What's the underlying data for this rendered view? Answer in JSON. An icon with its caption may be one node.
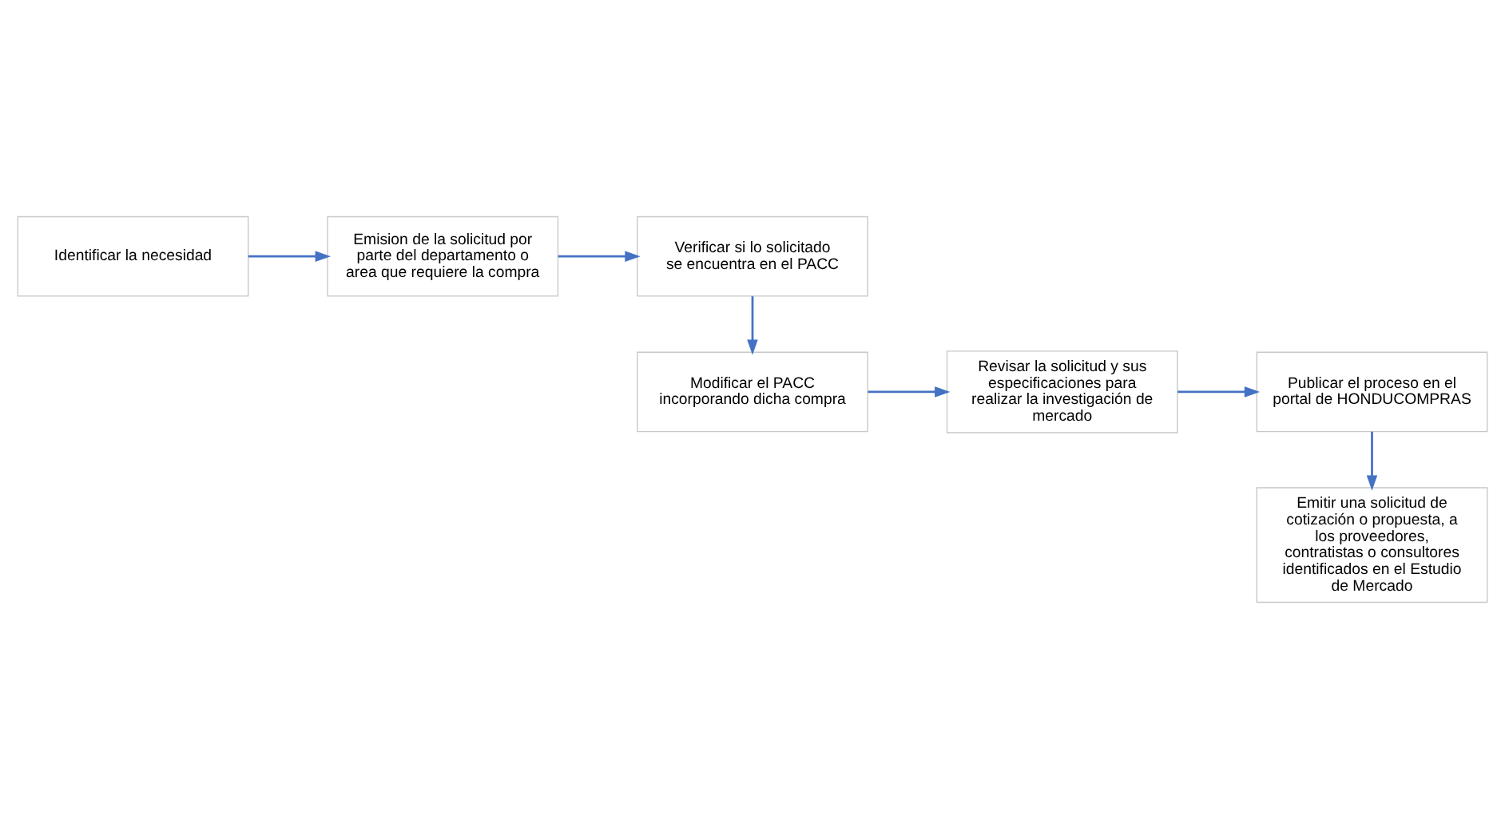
{
  "diagram": {
    "nodes": [
      {
        "text": [
          "Identificar la necesidad"
        ]
      },
      {
        "text": [
          "Emision de la solicitud por parte del departamento o area que requiere la compra"
        ]
      },
      {
        "text": [
          "Verificar si lo solicitado se encuentra en el PACC"
        ]
      },
      {
        "text": [
          "Modificar el PACC incorporando dicha compra"
        ]
      },
      {
        "text": [
          "Revisar la solicitud y sus especificaciones para realizar la investigación de mercado"
        ]
      },
      {
        "text": [
          "Publicar el proceso en el portal de HONDUCOMPRAS"
        ]
      },
      {
        "text": [
          "Emitir una solicitud de cotización o propuesta, a los proveedores, contratistas o consultores identificados en el Estudio de Mercado"
        ]
      }
    ],
    "edges": [
      {
        "from": 0,
        "to": 1,
        "arrow": "to"
      },
      {
        "from": 1,
        "to": 2,
        "arrow": "to"
      },
      {
        "from": 2,
        "to": 3,
        "arrow": "to"
      },
      {
        "from": 3,
        "to": 4,
        "arrow": "to"
      },
      {
        "from": 4,
        "to": 5,
        "arrow": "to"
      },
      {
        "from": 5,
        "to": 6,
        "arrow": "to"
      }
    ]
  }
}
